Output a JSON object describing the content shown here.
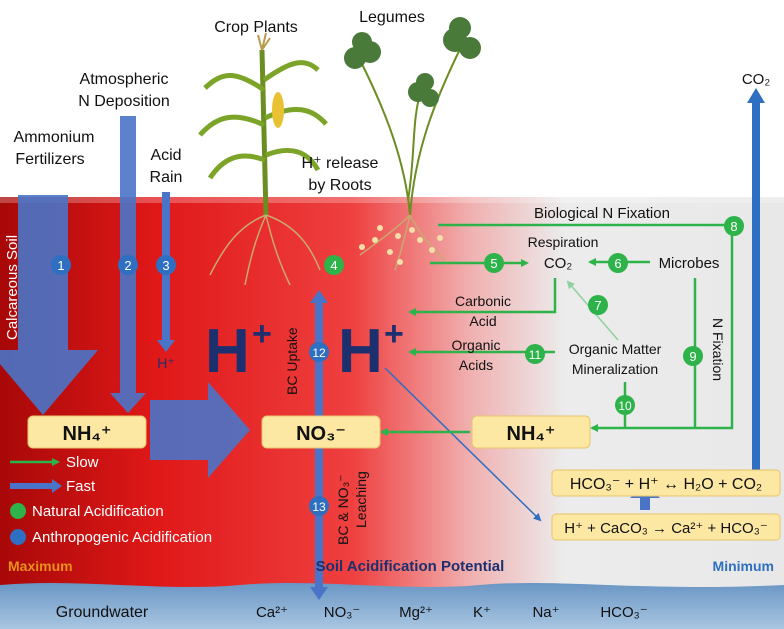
{
  "labels": {
    "crop_plants": "Crop Plants",
    "legumes": "Legumes",
    "atm_dep_1": "Atmospheric",
    "atm_dep_2": "N Deposition",
    "ammonium_1": "Ammonium",
    "ammonium_2": "Fertilizers",
    "acid_rain_1": "Acid",
    "acid_rain_2": "Rain",
    "h_release_1": "H⁺ release",
    "h_release_2": "by Roots",
    "calcareous_soil": "Calcareous Soil",
    "bio_n_fixation": "Biological N Fixation",
    "respiration": "Respiration",
    "co2_mid": "CO₂",
    "microbes": "Microbes",
    "carbonic_1": "Carbonic",
    "carbonic_2": "Acid",
    "organic_acids_1": "Organic",
    "organic_acids_2": "Acids",
    "om_min_1": "Organic Matter",
    "om_min_2": "Mineralization",
    "n_fixation": "N Fixation",
    "bc_uptake": "BC Uptake",
    "bc_leach_1": "BC & NO₃⁻",
    "bc_leach_2": "Leaching",
    "h_small": "H⁺",
    "h_big_left": "H",
    "h_big_right": "H",
    "plus": "+",
    "co2_top": "CO₂",
    "nh4_left": "NH₄⁺",
    "no3_center": "NO₃⁻",
    "nh4_right": "NH₄⁺",
    "eq1": "HCO₃⁻ + H⁺ ↔ H₂O + CO₂",
    "eq2": "H⁺ + CaCO₃ → Ca²⁺ + HCO₃⁻",
    "slow": "Slow",
    "fast": "Fast",
    "natural": "Natural Acidification",
    "anthropogenic": "Anthropogenic Acidification",
    "maximum": "Maximum",
    "potential": "Soil Acidification Potential",
    "minimum": "Minimum",
    "groundwater": "Groundwater",
    "ions": [
      "Ca²⁺",
      "NO₃⁻",
      "Mg²⁺",
      "K⁺",
      "Na⁺",
      "HCO₃⁻"
    ]
  },
  "markers": [
    "1",
    "2",
    "3",
    "4",
    "5",
    "6",
    "7",
    "8",
    "9",
    "10",
    "11",
    "12",
    "13"
  ],
  "colors": {
    "natural": "#2db34a",
    "anthropogenic": "#2e6fc2",
    "soil_max": "#c41010",
    "box": "#fce7a3"
  }
}
